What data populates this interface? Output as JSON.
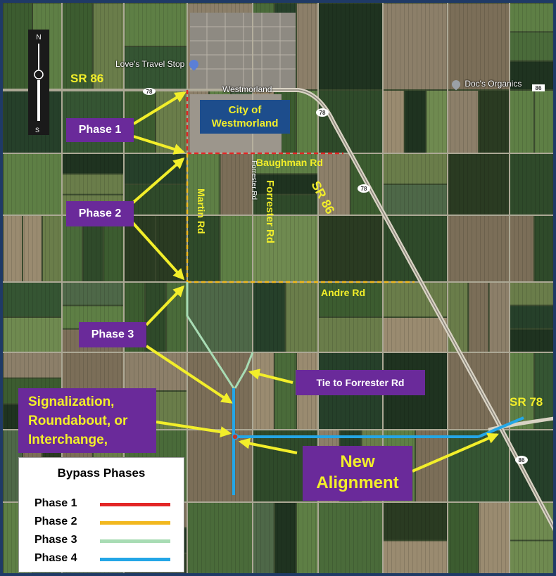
{
  "roads": {
    "sr86_north": "SR 86",
    "sr86_diag": "SR 86",
    "sr78": "SR 78",
    "baughman": "Baughman Rd",
    "martin": "Martin Rd",
    "forrester_big": "Forrester Rd",
    "forrester_small": "Forrester Rd",
    "andre": "Andre Rd",
    "westmorland": "Westmorland",
    "shield_78_a": "78",
    "shield_78_b": "78",
    "shield_78_c": "78",
    "shield_86": "86",
    "shield_86_top": "86"
  },
  "places": {
    "city": "City of Westmorland",
    "loves": "Love's Travel Stop",
    "docs": "Doc's Organics"
  },
  "callouts": {
    "phase1": "Phase 1",
    "phase2": "Phase 2",
    "phase3": "Phase 3",
    "tie": "Tie to Forrester Rd",
    "signal": "Signalization, Roundabout, or Interchange,",
    "new_alignment": "New Alignment"
  },
  "legend": {
    "title": "Bypass Phases",
    "items": [
      {
        "label": "Phase 1",
        "color": "#e32626"
      },
      {
        "label": "Phase 2",
        "color": "#f2b81f"
      },
      {
        "label": "Phase 3",
        "color": "#a8dcb4"
      },
      {
        "label": "Phase 4",
        "color": "#24a6e6"
      }
    ]
  },
  "colors": {
    "arrow": "#f2ee2a",
    "callout_bg": "#6a2a9a",
    "city_bg": "#1d4d8c"
  }
}
